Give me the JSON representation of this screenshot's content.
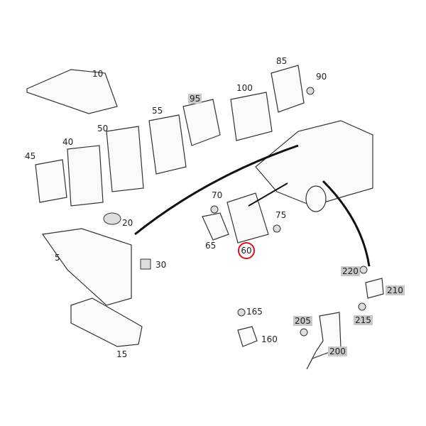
{
  "diagram": {
    "parts": [
      {
        "id": "10",
        "label": "10",
        "highlighted": false
      },
      {
        "id": "85",
        "label": "85",
        "highlighted": false
      },
      {
        "id": "90",
        "label": "90",
        "highlighted": false
      },
      {
        "id": "95",
        "label": "95",
        "highlighted": true
      },
      {
        "id": "100",
        "label": "100",
        "highlighted": false
      },
      {
        "id": "55",
        "label": "55",
        "highlighted": false
      },
      {
        "id": "50",
        "label": "50",
        "highlighted": false
      },
      {
        "id": "40",
        "label": "40",
        "highlighted": false
      },
      {
        "id": "45",
        "label": "45",
        "highlighted": false
      },
      {
        "id": "20",
        "label": "20",
        "highlighted": false
      },
      {
        "id": "70",
        "label": "70",
        "highlighted": false
      },
      {
        "id": "75",
        "label": "75",
        "highlighted": false
      },
      {
        "id": "65",
        "label": "65",
        "highlighted": false
      },
      {
        "id": "60",
        "label": "60",
        "highlighted": false,
        "circled": true
      },
      {
        "id": "5",
        "label": "5",
        "highlighted": false
      },
      {
        "id": "30",
        "label": "30",
        "highlighted": false
      },
      {
        "id": "220",
        "label": "220",
        "highlighted": true
      },
      {
        "id": "210",
        "label": "210",
        "highlighted": true
      },
      {
        "id": "215",
        "label": "215",
        "highlighted": true
      },
      {
        "id": "165",
        "label": "165",
        "highlighted": false
      },
      {
        "id": "205",
        "label": "205",
        "highlighted": true
      },
      {
        "id": "160",
        "label": "160",
        "highlighted": false
      },
      {
        "id": "200",
        "label": "200",
        "highlighted": true
      },
      {
        "id": "15",
        "label": "15",
        "highlighted": false
      }
    ],
    "colors": {
      "highlight": "#c8c8c8",
      "selected_circle": "#e0101a"
    }
  }
}
